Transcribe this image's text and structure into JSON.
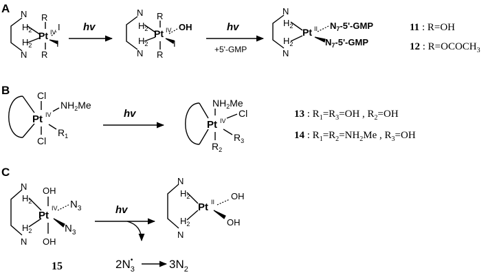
{
  "panels": {
    "a": {
      "label": "A"
    },
    "b": {
      "label": "B"
    },
    "c": {
      "label": "C"
    }
  },
  "atoms": {
    "nh2": "NH",
    "n": "N",
    "h2": "H",
    "two": "2",
    "pt": "Pt",
    "iv": "IV",
    "ii": "II",
    "i": "I",
    "r": "R",
    "oh": "OH",
    "ho": "OH",
    "cl": "Cl",
    "nh2me_left": "NH",
    "me": "Me",
    "n3": "N",
    "three": "3",
    "gmp": "N",
    "gmp_sub": "7",
    "gmp_tail": "-5'-GMP"
  },
  "arrows": {
    "hv": "hv",
    "add_gmp": "+5'-GMP"
  },
  "legend": {
    "c11_num": "11",
    "c11_text": " : R=OH",
    "c12_num": "12",
    "c12_text": " : R=OCOCH",
    "c12_sub": "3",
    "c13_num": "13",
    "c13_text": " : R",
    "c14_num": "14",
    "c14_text": " : R",
    "c15_num": "15"
  },
  "sub": {
    "r1": "1",
    "r2": "2",
    "r3": "3",
    "eq": "=R",
    "oh_eq": "=OH",
    "nh2me": "=NH",
    "sep": " , R"
  },
  "byproduct": {
    "left_coef": "2N",
    "left_sub": "3",
    "left_dot": "•",
    "right": "3N",
    "right_sub": "2"
  }
}
